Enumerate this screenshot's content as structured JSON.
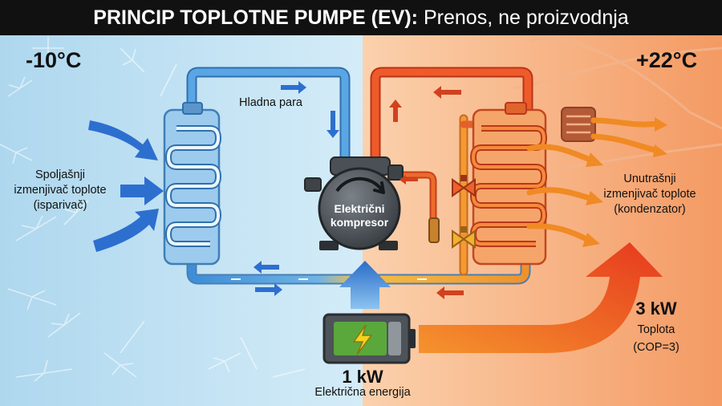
{
  "title": {
    "bold": "PRINCIP TOPLOTNE PUMPE (EV):",
    "rest": "Prenos, ne proizvodnja"
  },
  "outside": {
    "temperature": "-10°C",
    "exchanger_label": [
      "Spoljašnji",
      "izmenjivač toplote",
      "(isparivač)"
    ]
  },
  "inside": {
    "temperature": "+22°C",
    "exchanger_label": [
      "Unutrašnji",
      "izmenjivač toplote",
      "(kondenzator)"
    ]
  },
  "pipe_label": "Hladna para",
  "compressor": {
    "label": [
      "Električni",
      "kompresor"
    ]
  },
  "electric": {
    "value": "1 kW",
    "label": "Električna energija"
  },
  "heat": {
    "value": "3 kW",
    "label": "Toplota",
    "cop": "(COP=3)"
  },
  "colors": {
    "cold_bg": "#bfe0f2",
    "warm_bg": "#f6ab78",
    "cold_pipe": "#3d8ed8",
    "hot_pipe": "#e8502a",
    "warm_pipe": "#f2a02e",
    "arrow_blue": "#2d6fcf",
    "arrow_orange": "#f08a24",
    "battery": "#5aa83c"
  },
  "icons": [
    "snowflake-pattern",
    "battery-icon",
    "lightning-icon",
    "compressor-icon",
    "valve-icon",
    "air-vent-icon"
  ]
}
